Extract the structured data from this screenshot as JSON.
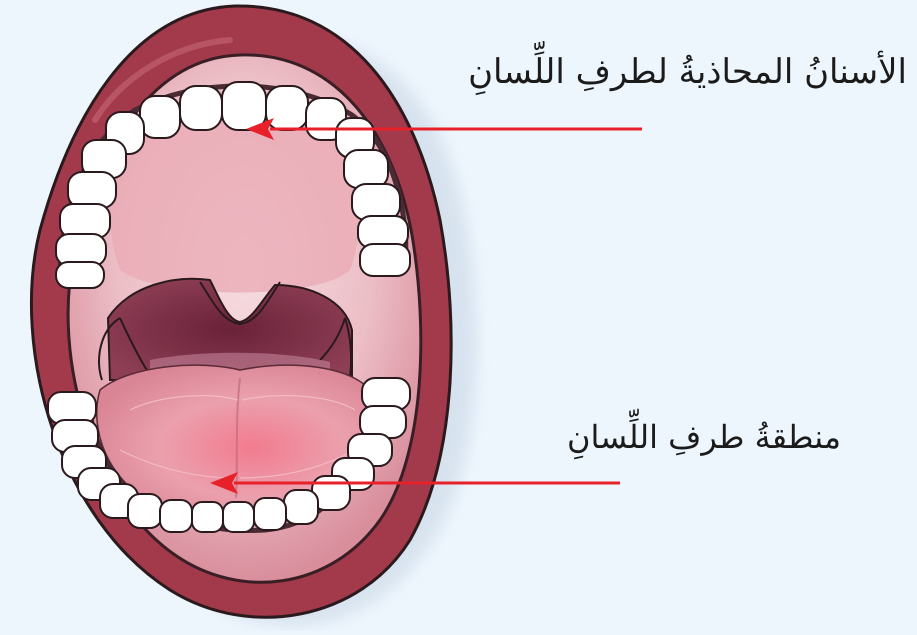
{
  "labels": {
    "teeth": "الأسنانُ المحاذيةُ لطرفِ اللِّسانِ",
    "tongue_tip": "منطقةُ طرفِ اللِّسانِ"
  },
  "colors": {
    "background": "#eef6fd",
    "lips": "#a33a4c",
    "lip_outline": "#2a1a1e",
    "mouth_interior": "#efc7cd",
    "palate": "#e8a8b3",
    "throat": "#7a2f45",
    "tongue": "#e88a99",
    "teeth": "#ffffff",
    "arrow": "#e8202a"
  },
  "icons": {
    "mouth": "open-mouth-illustration",
    "arrow": "red-pointer-arrow"
  }
}
